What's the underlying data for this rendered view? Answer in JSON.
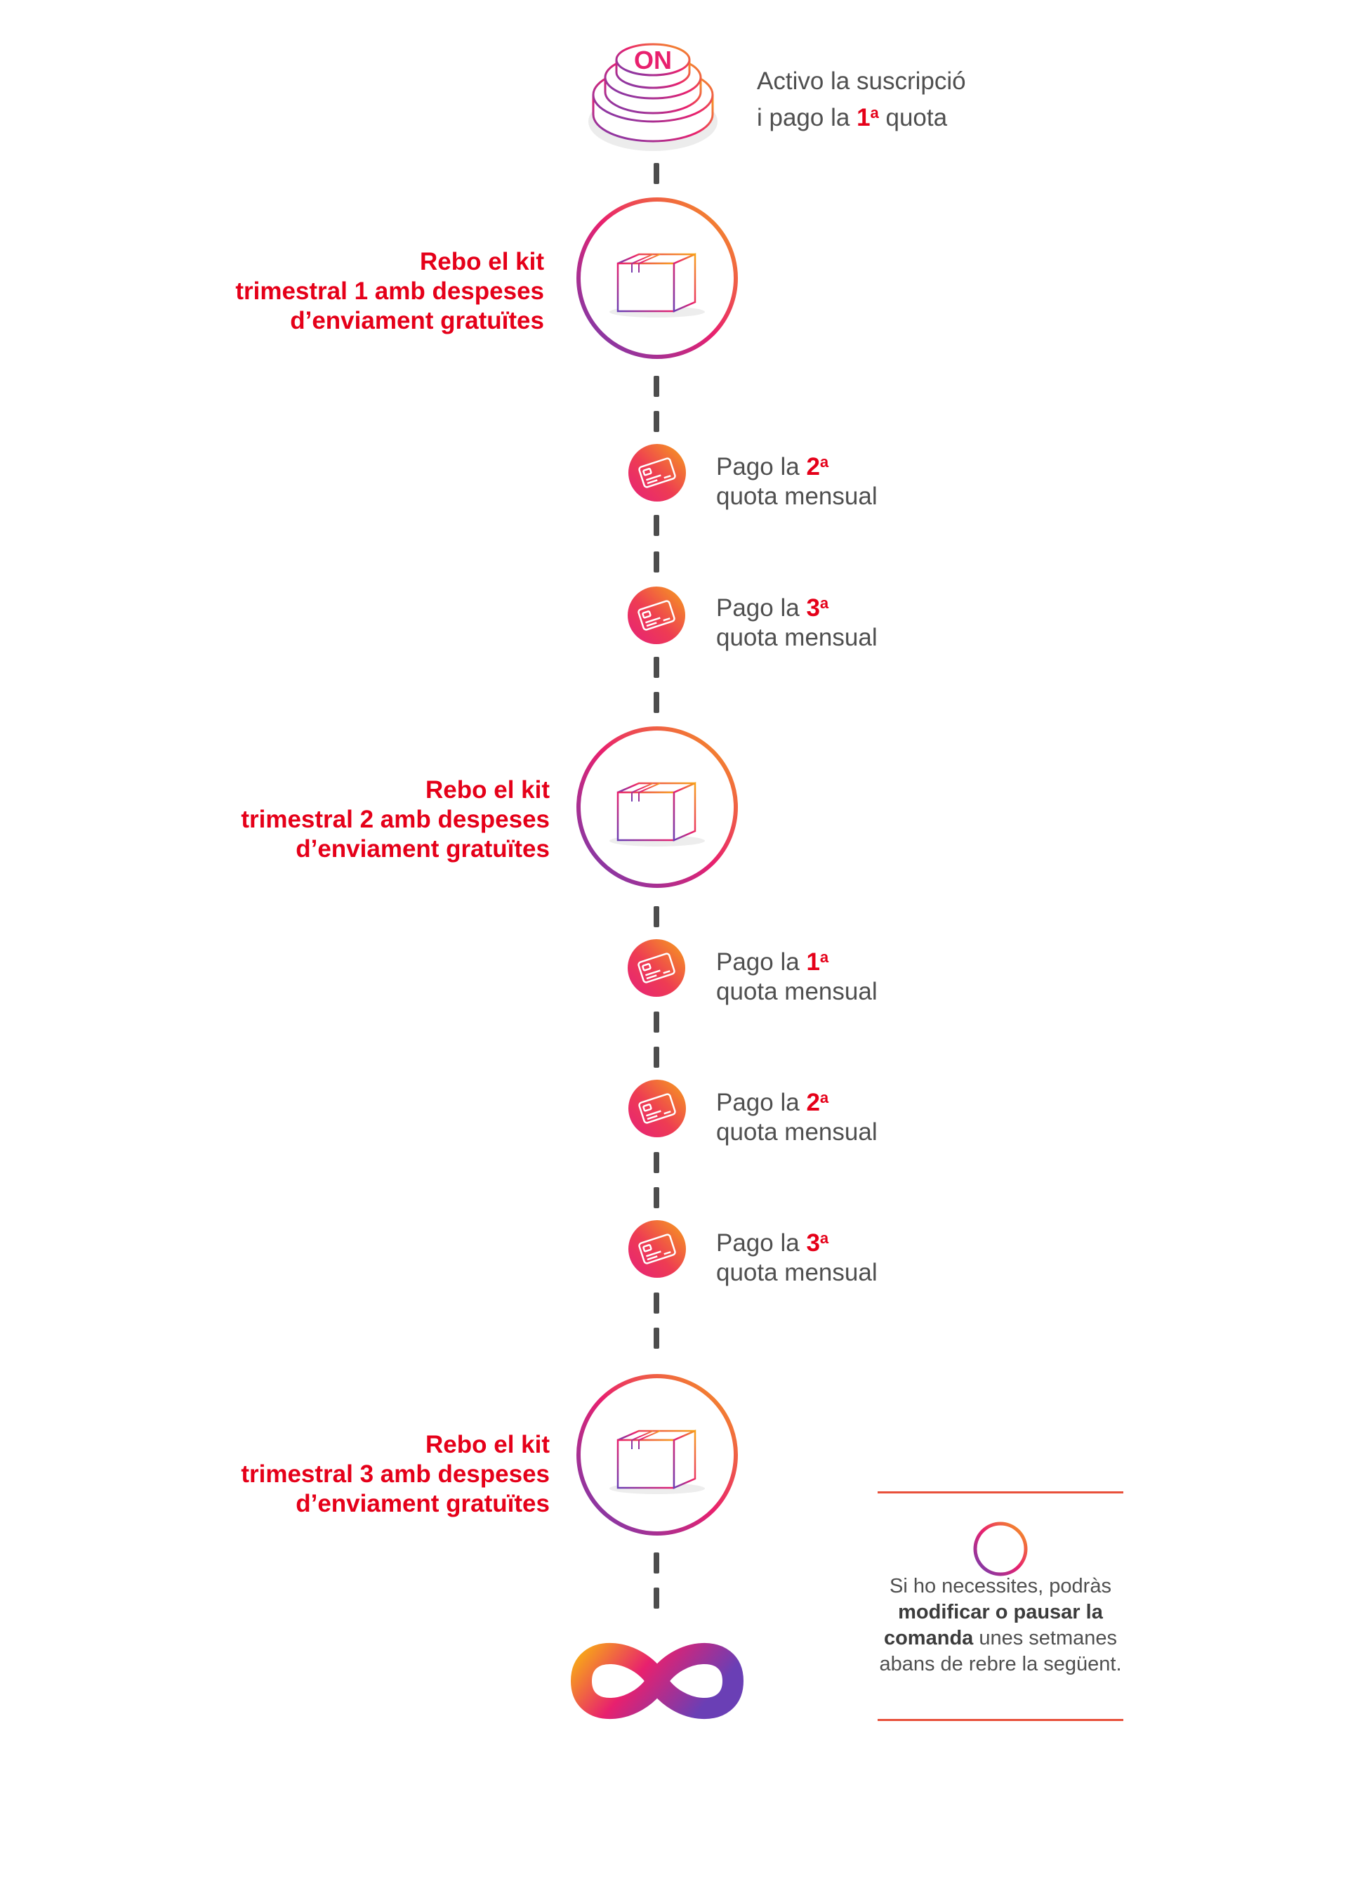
{
  "colors": {
    "accent_red": "#e50019",
    "gradient_orange": "#f7a21b",
    "gradient_pink": "#e8206e",
    "gradient_purple": "#6a3fb5",
    "text_gray": "#4f4f4f",
    "dash": "#4d4d4d"
  },
  "start": {
    "button_label": "ON",
    "line1": "Activo la suscripció",
    "line2_prefix": "i pago la ",
    "line2_num": "1",
    "line2_sup": "a",
    "line2_suffix": " quota"
  },
  "kits": [
    {
      "line1": "Rebo el kit",
      "line2": "trimestral 1 amb despeses",
      "line3": "d’enviament gratuïtes",
      "icon": "box-icon"
    },
    {
      "line1": "Rebo el kit",
      "line2": "trimestral 2 amb despeses",
      "line3": "d’enviament gratuïtes",
      "icon": "box-icon"
    },
    {
      "line1": "Rebo el kit",
      "line2": "trimestral 3 amb despeses",
      "line3": "d’enviament gratuïtes",
      "icon": "box-icon"
    }
  ],
  "payments": [
    {
      "prefix": "Pago la ",
      "num": "2",
      "sup": "a",
      "line2": "quota mensual",
      "icon": "credit-card-icon"
    },
    {
      "prefix": "Pago la ",
      "num": "3",
      "sup": "a",
      "line2": "quota mensual",
      "icon": "credit-card-icon"
    },
    {
      "prefix": "Pago la ",
      "num": "1",
      "sup": "a",
      "line2": "quota mensual",
      "icon": "credit-card-icon"
    },
    {
      "prefix": "Pago la ",
      "num": "2",
      "sup": "a",
      "line2": "quota mensual",
      "icon": "credit-card-icon"
    },
    {
      "prefix": "Pago la ",
      "num": "3",
      "sup": "a",
      "line2": "quota mensual",
      "icon": "credit-card-icon"
    }
  ],
  "note": {
    "icon": "pause-icon",
    "line1": "Si ho necessites, podràs",
    "bold1": "modificar o pausar la",
    "bold2": "comanda",
    "line3_rest": " unes setmanes",
    "line4": "abans de rebre la següent."
  },
  "end_icon": "infinity-icon"
}
